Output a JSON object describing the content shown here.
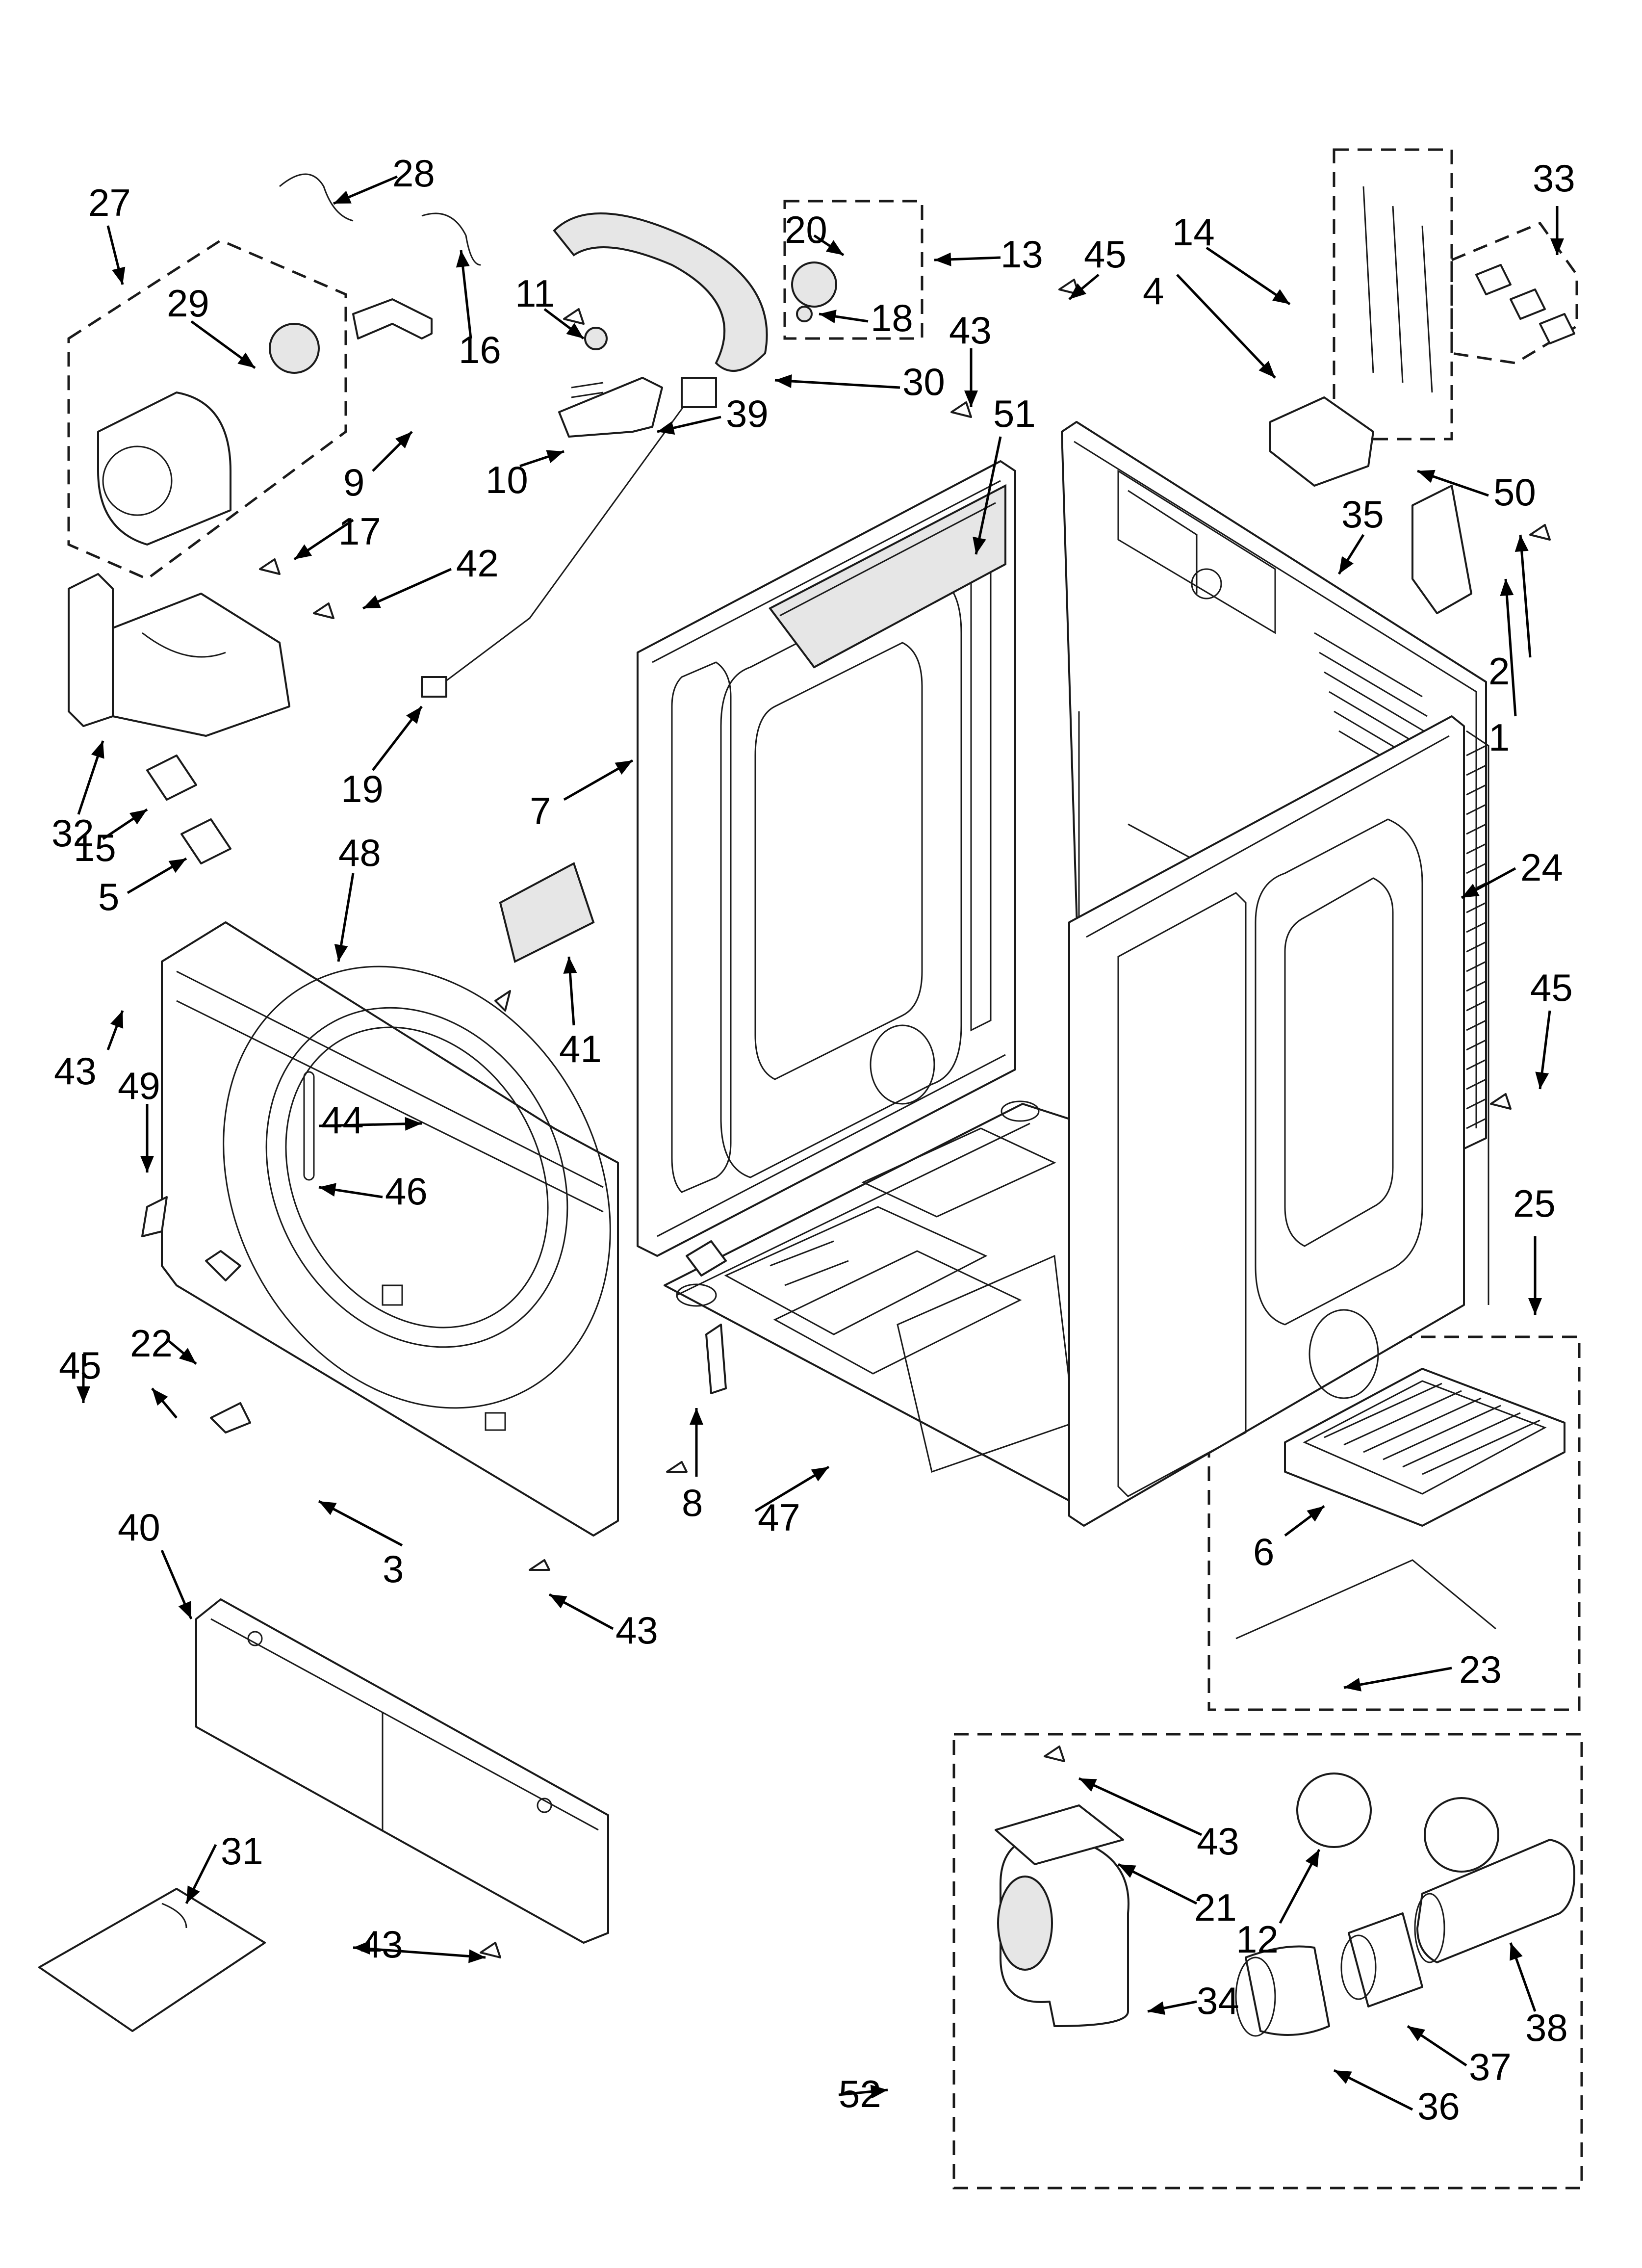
{
  "callouts": [
    {
      "id": "c1",
      "label": "1"
    },
    {
      "id": "c2",
      "label": "2"
    },
    {
      "id": "c3",
      "label": "3"
    },
    {
      "id": "c4",
      "label": "4"
    },
    {
      "id": "c5",
      "label": "5"
    },
    {
      "id": "c6",
      "label": "6"
    },
    {
      "id": "c7",
      "label": "7"
    },
    {
      "id": "c8",
      "label": "8"
    },
    {
      "id": "c9",
      "label": "9"
    },
    {
      "id": "c10",
      "label": "10"
    },
    {
      "id": "c11",
      "label": "11"
    },
    {
      "id": "c12",
      "label": "12"
    },
    {
      "id": "c13",
      "label": "13"
    },
    {
      "id": "c14",
      "label": "14"
    },
    {
      "id": "c15",
      "label": "15"
    },
    {
      "id": "c16",
      "label": "16"
    },
    {
      "id": "c17",
      "label": "17"
    },
    {
      "id": "c18",
      "label": "18"
    },
    {
      "id": "c19",
      "label": "19"
    },
    {
      "id": "c20",
      "label": "20"
    },
    {
      "id": "c21",
      "label": "21"
    },
    {
      "id": "c22",
      "label": "22"
    },
    {
      "id": "c23",
      "label": "23"
    },
    {
      "id": "c24",
      "label": "24"
    },
    {
      "id": "c25",
      "label": "25"
    },
    {
      "id": "c27",
      "label": "27"
    },
    {
      "id": "c28",
      "label": "28"
    },
    {
      "id": "c29",
      "label": "29"
    },
    {
      "id": "c30",
      "label": "30"
    },
    {
      "id": "c31",
      "label": "31"
    },
    {
      "id": "c32",
      "label": "32"
    },
    {
      "id": "c33",
      "label": "33"
    },
    {
      "id": "c34",
      "label": "34"
    },
    {
      "id": "c35",
      "label": "35"
    },
    {
      "id": "c36",
      "label": "36"
    },
    {
      "id": "c37",
      "label": "37"
    },
    {
      "id": "c38",
      "label": "38"
    },
    {
      "id": "c39",
      "label": "39"
    },
    {
      "id": "c40",
      "label": "40"
    },
    {
      "id": "c41",
      "label": "41"
    },
    {
      "id": "c42",
      "label": "42"
    },
    {
      "id": "c43a",
      "label": "43"
    },
    {
      "id": "c43b",
      "label": "43"
    },
    {
      "id": "c43c",
      "label": "43"
    },
    {
      "id": "c43d",
      "label": "43"
    },
    {
      "id": "c43e",
      "label": "43"
    },
    {
      "id": "c44",
      "label": "44"
    },
    {
      "id": "c45a",
      "label": "45"
    },
    {
      "id": "c45b",
      "label": "45"
    },
    {
      "id": "c45c",
      "label": "45"
    },
    {
      "id": "c46",
      "label": "46"
    },
    {
      "id": "c47",
      "label": "47"
    },
    {
      "id": "c48",
      "label": "48"
    },
    {
      "id": "c49",
      "label": "49"
    },
    {
      "id": "c50",
      "label": "50"
    },
    {
      "id": "c51",
      "label": "51"
    },
    {
      "id": "c52",
      "label": "52"
    }
  ]
}
